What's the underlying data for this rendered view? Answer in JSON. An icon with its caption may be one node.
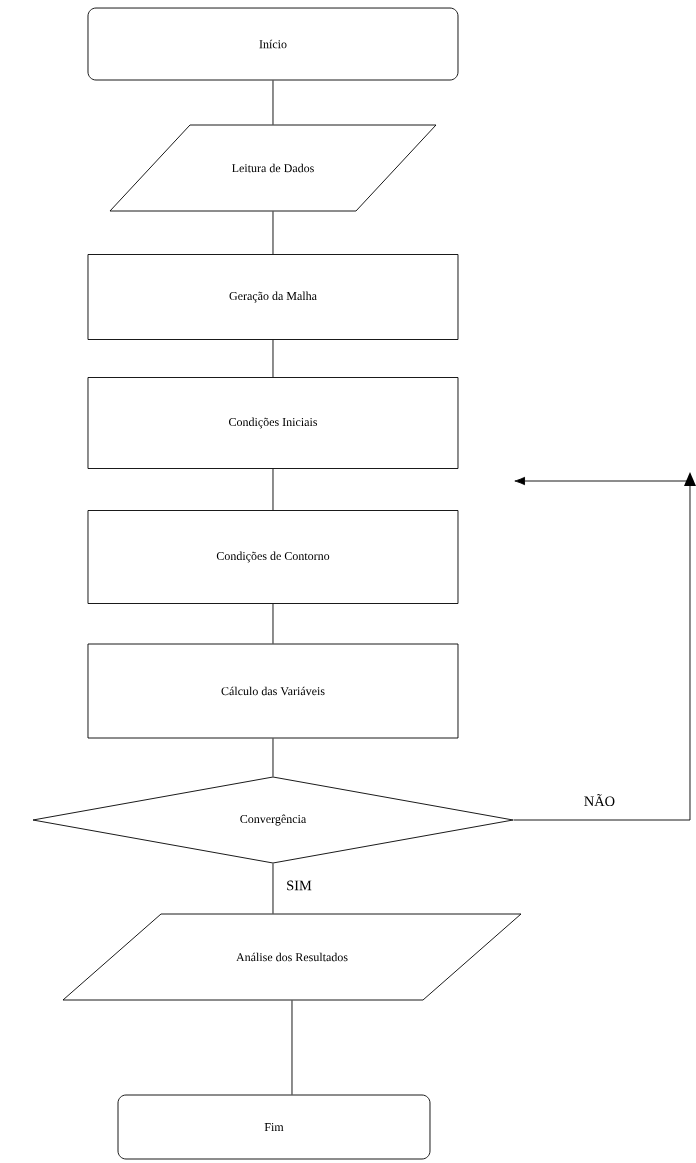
{
  "diagram": {
    "nodes": [
      {
        "text": [
          "Início"
        ]
      },
      {
        "text": [
          "Leitura de Dados"
        ]
      },
      {
        "text": [
          "Geração da Malha"
        ]
      },
      {
        "text": [
          "Condições Iniciais"
        ]
      },
      {
        "text": [
          "Condições de Contorno"
        ]
      },
      {
        "text": [
          "Cálculo das Variáveis"
        ]
      },
      {
        "text": [
          "Convergência"
        ]
      },
      {
        "text": [
          "Análise dos Resultados"
        ]
      },
      {
        "text": [
          "Fim"
        ]
      }
    ],
    "edges": [
      {
        "from": 0,
        "to": 1,
        "arrow": "none"
      },
      {
        "from": 1,
        "to": 2,
        "arrow": "none"
      },
      {
        "from": 2,
        "to": 3,
        "arrow": "none"
      },
      {
        "from": 3,
        "to": 4,
        "arrow": "none"
      },
      {
        "from": 4,
        "to": 5,
        "arrow": "none"
      },
      {
        "from": 5,
        "to": 6,
        "arrow": "none"
      },
      {
        "from": 6,
        "to": 7,
        "arrow": "none",
        "label": "SIM"
      },
      {
        "from": 6,
        "to": null,
        "arrow": "to",
        "label": "NÃO"
      },
      {
        "from": 7,
        "to": 8,
        "arrow": "none"
      }
    ]
  }
}
